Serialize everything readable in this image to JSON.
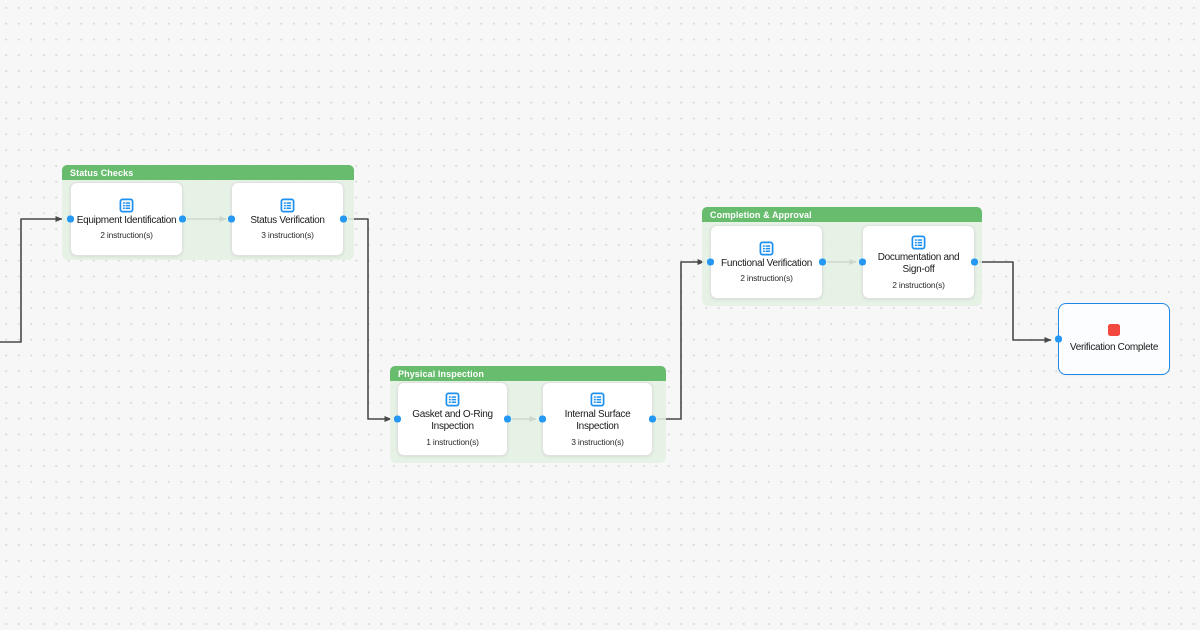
{
  "colors": {
    "canvas_bg": "#f7f7f8",
    "dot": "#dcdcdc",
    "green": "#68bc6e",
    "group_bg": "#e8f3e7",
    "blue": "#2498f3",
    "icon_blue": "#1e90f0",
    "edge": "#494949",
    "end_border": "#1e88e5",
    "red": "#f2483e"
  },
  "groups": [
    {
      "label": "Status Checks",
      "nodes": [
        {
          "title": "Equipment Identification",
          "subtitle": "2 instruction(s)"
        },
        {
          "title": "Status Verification",
          "subtitle": "3 instruction(s)"
        }
      ]
    },
    {
      "label": "Physical Inspection",
      "nodes": [
        {
          "title": "Gasket and O-Ring Inspection",
          "subtitle": "1 instruction(s)"
        },
        {
          "title": "Internal Surface Inspection",
          "subtitle": "3 instruction(s)"
        }
      ]
    },
    {
      "label": "Completion & Approval",
      "nodes": [
        {
          "title": "Functional Verification",
          "subtitle": "2 instruction(s)"
        },
        {
          "title": "Documentation and Sign-off",
          "subtitle": "2 instruction(s)"
        }
      ]
    }
  ],
  "end_node": {
    "title": "Verification Complete"
  },
  "edges": [
    {
      "from": "off-screen-left",
      "to": "Equipment Identification"
    },
    {
      "from": "Equipment Identification",
      "to": "Status Verification"
    },
    {
      "from": "Status Verification",
      "to": "Gasket and O-Ring Inspection"
    },
    {
      "from": "Gasket and O-Ring Inspection",
      "to": "Internal Surface Inspection"
    },
    {
      "from": "Internal Surface Inspection",
      "to": "Functional Verification"
    },
    {
      "from": "Functional Verification",
      "to": "Documentation and Sign-off"
    },
    {
      "from": "Documentation and Sign-off",
      "to": "Verification Complete"
    }
  ]
}
